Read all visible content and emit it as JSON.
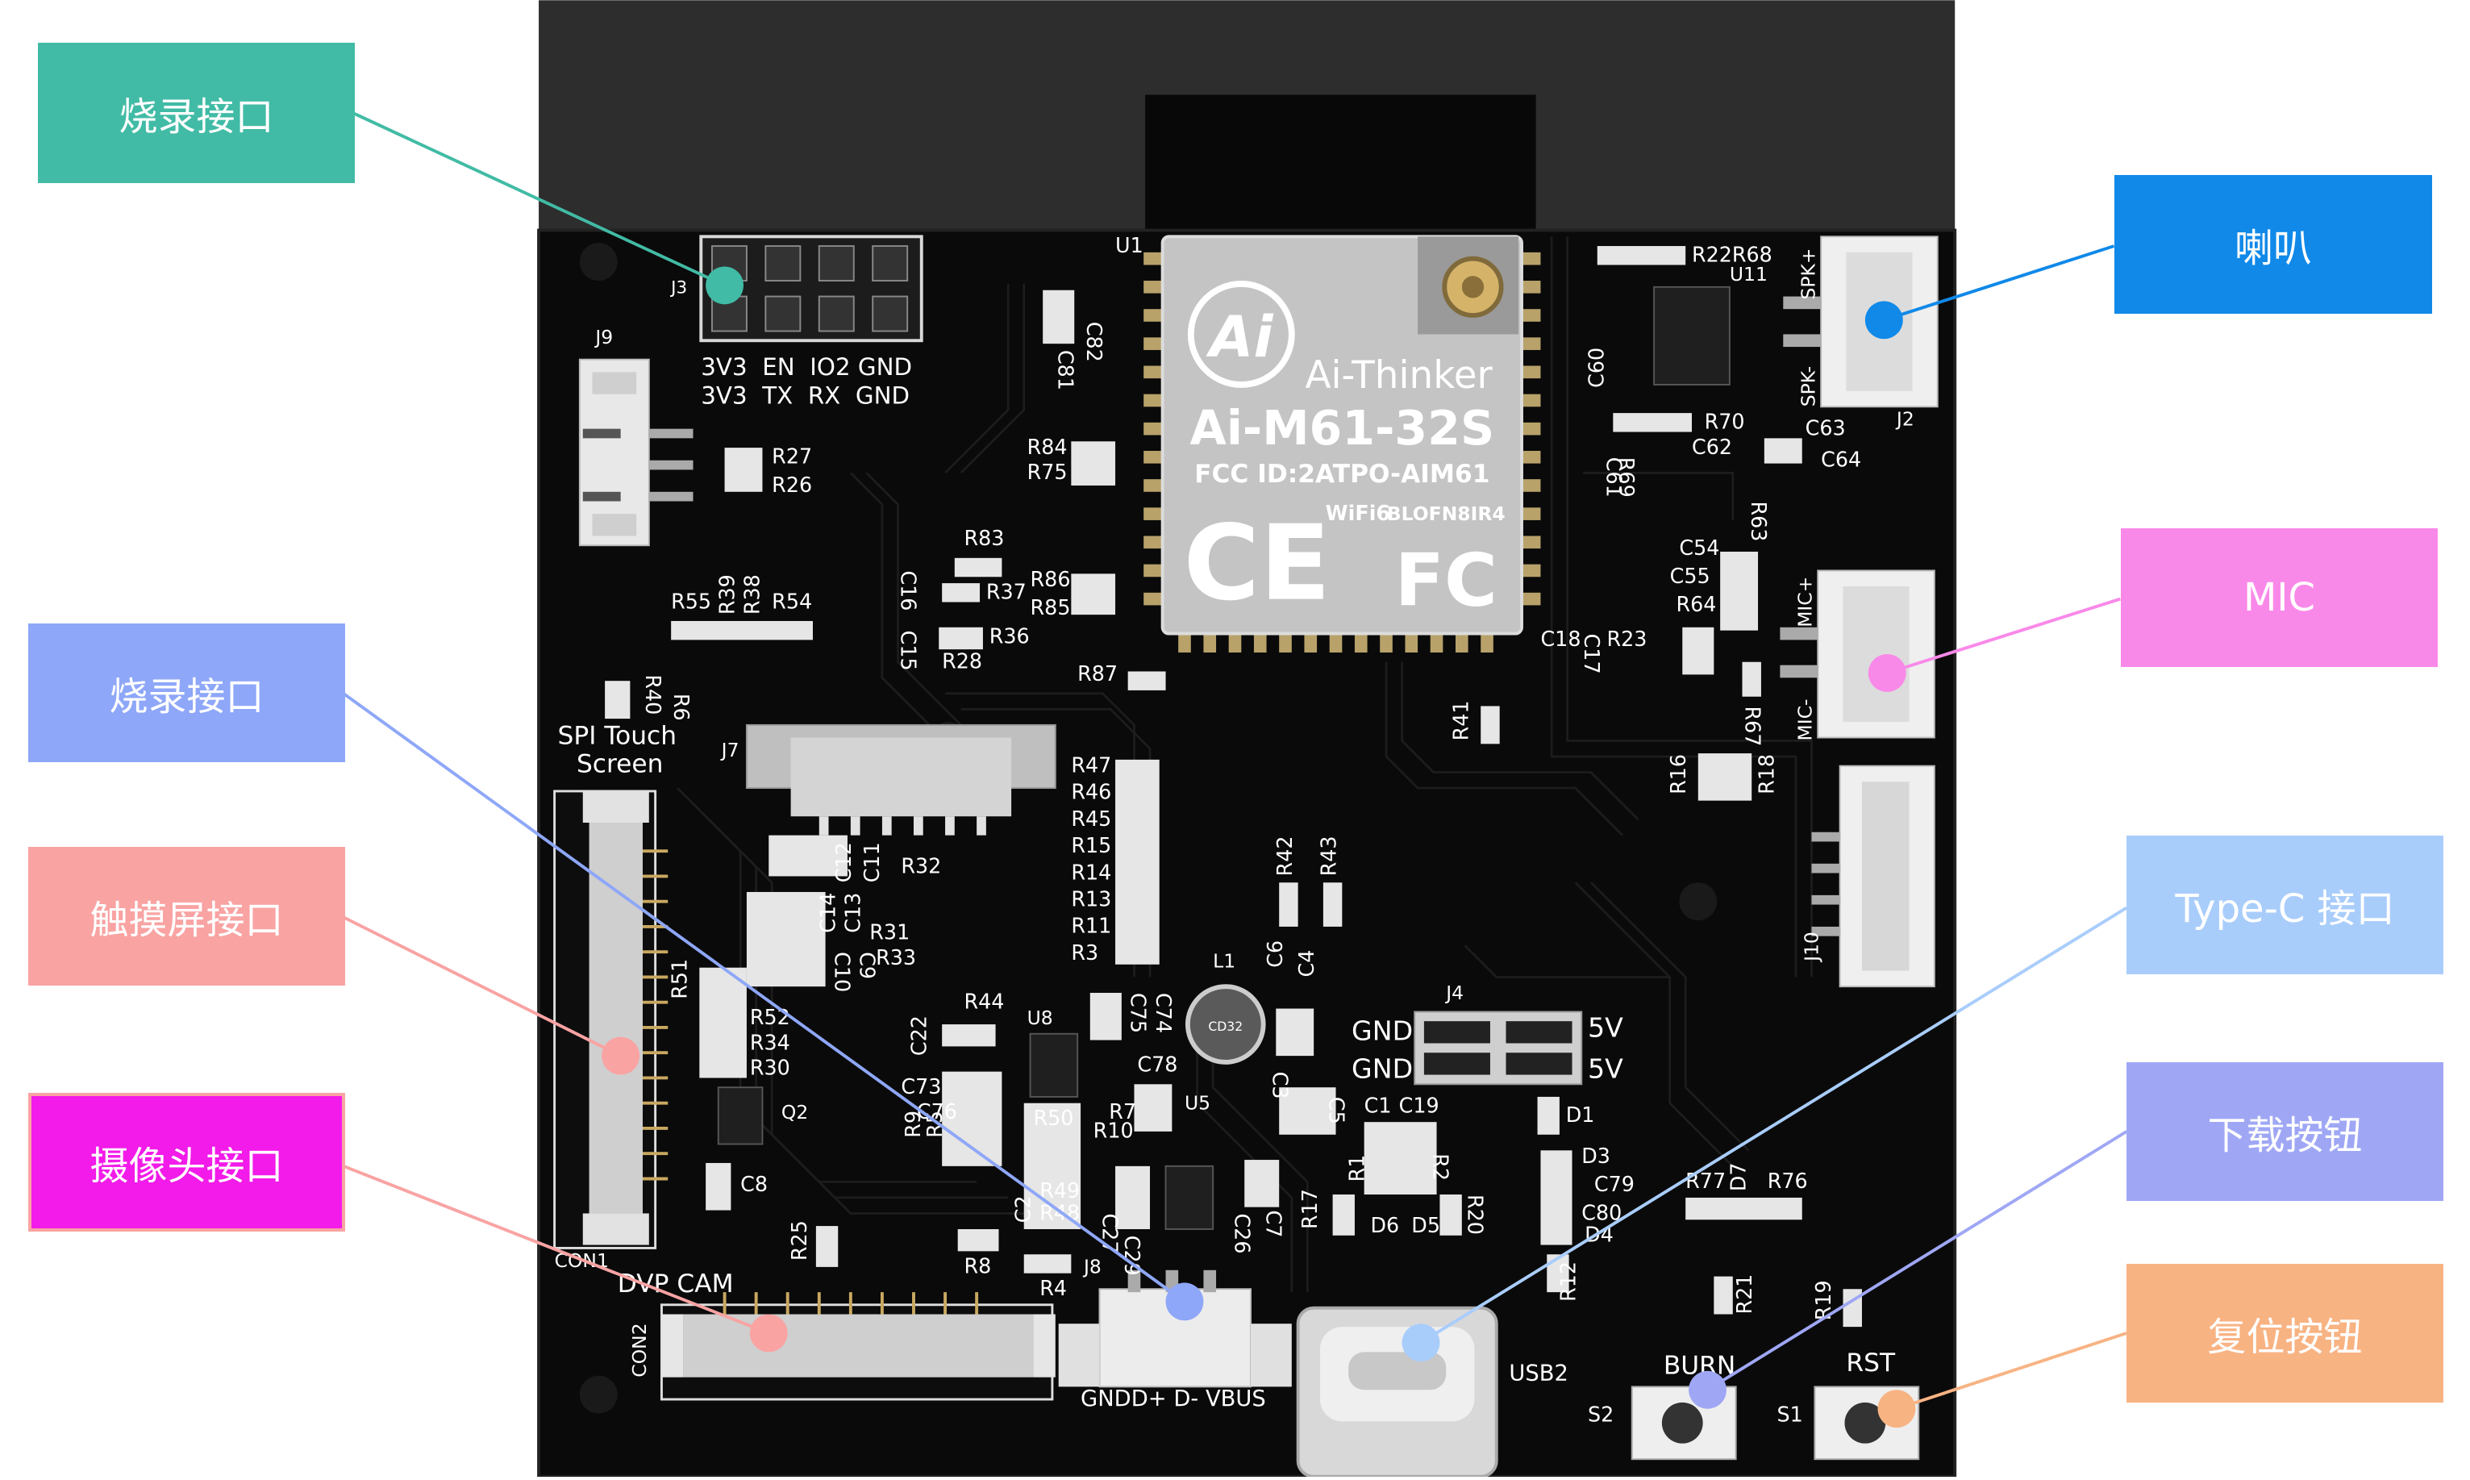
{
  "colors": {
    "teal": "#41bba5",
    "blue": "#1089e9",
    "pink": "#f989e9",
    "lavender": "#8ea7f8",
    "salmon": "#f9a3a3",
    "magenta": "#f21be9",
    "light_blue": "#a9cdfb",
    "periwinkle": "#9fa7f5",
    "orange": "#f8b383",
    "board": "#0a0a0a",
    "module": "#c6c6c6"
  },
  "callouts": {
    "burn_top": "烧录接口",
    "speaker": "喇叭",
    "mic": "MIC",
    "burn_left": "烧录接口",
    "touch": "触摸屏接口",
    "typec": "Type-C 接口",
    "camera": "摄像头接口",
    "download": "下载按钮",
    "reset": "复位按钮"
  },
  "module": {
    "brand": "Ai-Thinker",
    "model": "Ai-M61-32S",
    "fcc": "FCC ID:2ATPO-AIM61",
    "wifi": "WiFi6",
    "code": "BLOFN8IR4",
    "ce": "CE",
    "fc": "FC",
    "ref": "U1"
  },
  "silkscreen": {
    "j3": "J3",
    "j3_row1": "3V3  EN  IO2 GND",
    "j3_row2": "3V3  TX  RX  GND",
    "j9": "J9",
    "j7": "J7",
    "j2": "J2",
    "j4": "J4",
    "j8": "J8",
    "j10": "J10",
    "spk_plus": "SPK+",
    "spk_minus": "SPK-",
    "mic_plus": "MIC+",
    "mic_minus": "MIC-",
    "spi_touch": "SPI Touch",
    "screen": "Screen",
    "dvp_cam": "DVP CAM",
    "con1": "CON1",
    "con2": "CON2",
    "usb2": "USB2",
    "gnd1": "GND",
    "gnd2": "GND",
    "v5_1": "5V",
    "v5_2": "5V",
    "usb_pins": "GNDD+ D- VBUS",
    "burn": "BURN",
    "rst": "RST",
    "s1": "S1",
    "s2": "S2",
    "u8": "U8",
    "u5": "U5",
    "u11": "U11",
    "l1": "L1",
    "q2": "Q2",
    "d1": "D1",
    "d3": "D3",
    "d4": "D4",
    "d5": "D5",
    "d6": "D6",
    "d7": "D7",
    "r22r68": "R22R68",
    "r70": "R70",
    "c62": "C62",
    "c63": "C63",
    "c64": "C64",
    "c60": "C60",
    "r69": "R69",
    "c61": "C61",
    "r63": "R63",
    "c54": "C54",
    "c55": "C55",
    "r64": "R64",
    "r23": "R23",
    "c18": "C18",
    "c17": "C17",
    "r67": "R67",
    "r41": "R41",
    "r16": "R16",
    "r18": "R18",
    "r27": "R27",
    "r26": "R26",
    "r55": "R55",
    "r39": "R39",
    "r38": "R38",
    "r54": "R54",
    "r40": "R40",
    "r6": "R6",
    "r84": "R84",
    "r75": "R75",
    "c82": "C82",
    "c81": "C81",
    "r83": "R83",
    "r37": "R37",
    "r86": "R86",
    "r85": "R85",
    "c16": "C16",
    "c15": "C15",
    "r36": "R36",
    "r28": "R28",
    "r87": "R87",
    "r47": "R47",
    "r46": "R46",
    "r45": "R45",
    "r15": "R15",
    "r14": "R14",
    "r13": "R13",
    "r11": "R11",
    "r3": "R3",
    "r42": "R42",
    "r43": "R43",
    "c12": "C12",
    "c11": "C11",
    "r32": "R32",
    "c14": "C14",
    "c13": "C13",
    "r31": "R31",
    "c10": "C10",
    "c9": "C9",
    "r33": "R33",
    "r51": "R51",
    "r52": "R52",
    "r34": "R34",
    "r30": "R30",
    "c8": "C8",
    "r44": "R44",
    "c22": "C22",
    "c73": "C73",
    "c76": "C76",
    "r9": "R9",
    "r5": "R5",
    "c74": "C74",
    "c75": "C75",
    "c78": "C78",
    "r7": "R7",
    "r10": "R10",
    "r50": "R50",
    "c2": "C2",
    "r49": "R49",
    "r48": "R48",
    "c6": "C6",
    "c4": "C4",
    "c3": "C3",
    "c5": "C5",
    "c1": "C1",
    "c19": "C19",
    "r1": "R1",
    "r2": "R2",
    "r17": "R17",
    "r20": "R20",
    "c27": "C27",
    "c29": "C29",
    "c26": "C26",
    "c7": "C7",
    "r25": "R25",
    "r8": "R8",
    "r4": "R4",
    "c79": "C79",
    "c80": "C80",
    "r12": "R12",
    "r77": "R77",
    "r76": "R76",
    "r21": "R21",
    "r19": "R19",
    "inductor": "CD32"
  }
}
